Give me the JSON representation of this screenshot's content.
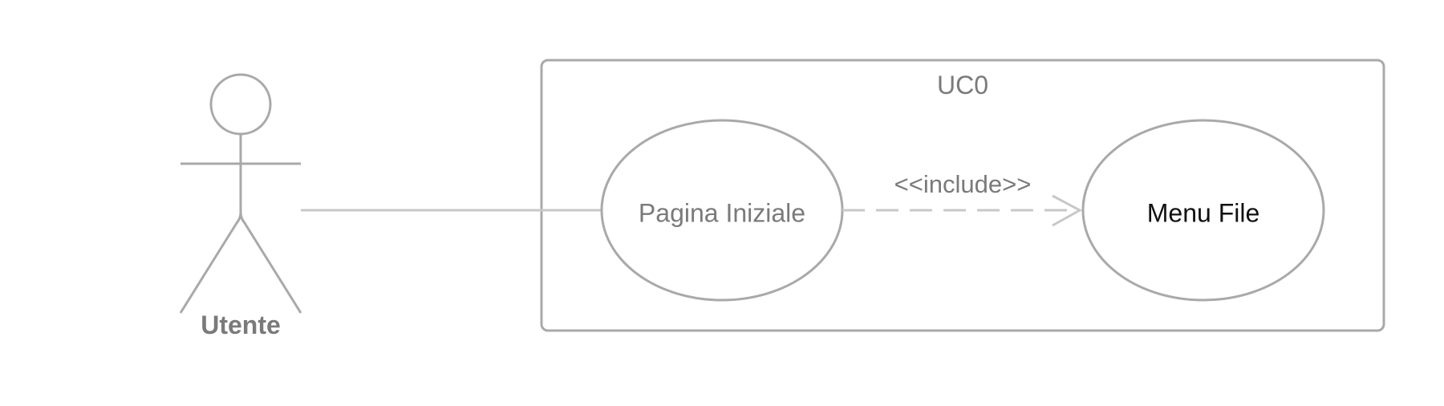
{
  "diagram": {
    "type": "use-case",
    "system": {
      "title": "UC0"
    },
    "actor": {
      "name": "Utente",
      "icon": "stick-figure-icon"
    },
    "use_cases": [
      {
        "id": "pagina-iniziale",
        "label": "Pagina Iniziale"
      },
      {
        "id": "menu-file",
        "label": "Menu File"
      }
    ],
    "relations": [
      {
        "type": "association",
        "from": "Utente",
        "to": "Pagina Iniziale"
      },
      {
        "type": "include",
        "label": "<<include>>",
        "from": "Pagina Iniziale",
        "to": "Menu File"
      }
    ],
    "colors": {
      "line": "#a9a9a9",
      "light_line": "#c8c8c8",
      "muted_text": "#7a7a7a",
      "dark_text": "#111111"
    }
  }
}
